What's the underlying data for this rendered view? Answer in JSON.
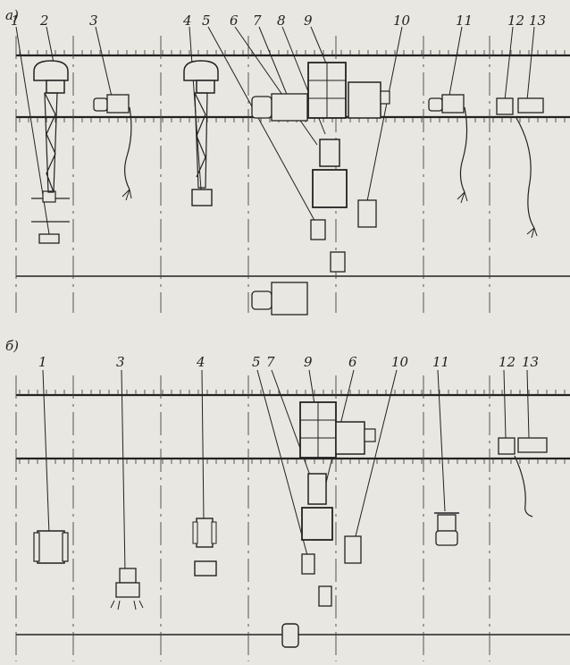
{
  "panels": [
    {
      "id": "a",
      "label": "а)",
      "callouts": [
        "1",
        "2",
        "3",
        "4",
        "5",
        "6",
        "7",
        "8",
        "9",
        "10",
        "11",
        "12",
        "13"
      ]
    },
    {
      "id": "b",
      "label": "б)",
      "callouts": [
        "1",
        "3",
        "4",
        "5",
        "7",
        "9",
        "6",
        "10",
        "11",
        "12",
        "13"
      ]
    }
  ],
  "icons": {
    "crane": "tower-crane-icon",
    "compressor": "compressor-unit-icon",
    "drill_rig": "drilling-rig-icon",
    "tractor": "tracked-tractor-icon",
    "truck": "truck-icon",
    "skip": "skip-container-icon",
    "hose": "hose-nozzle-icon"
  }
}
